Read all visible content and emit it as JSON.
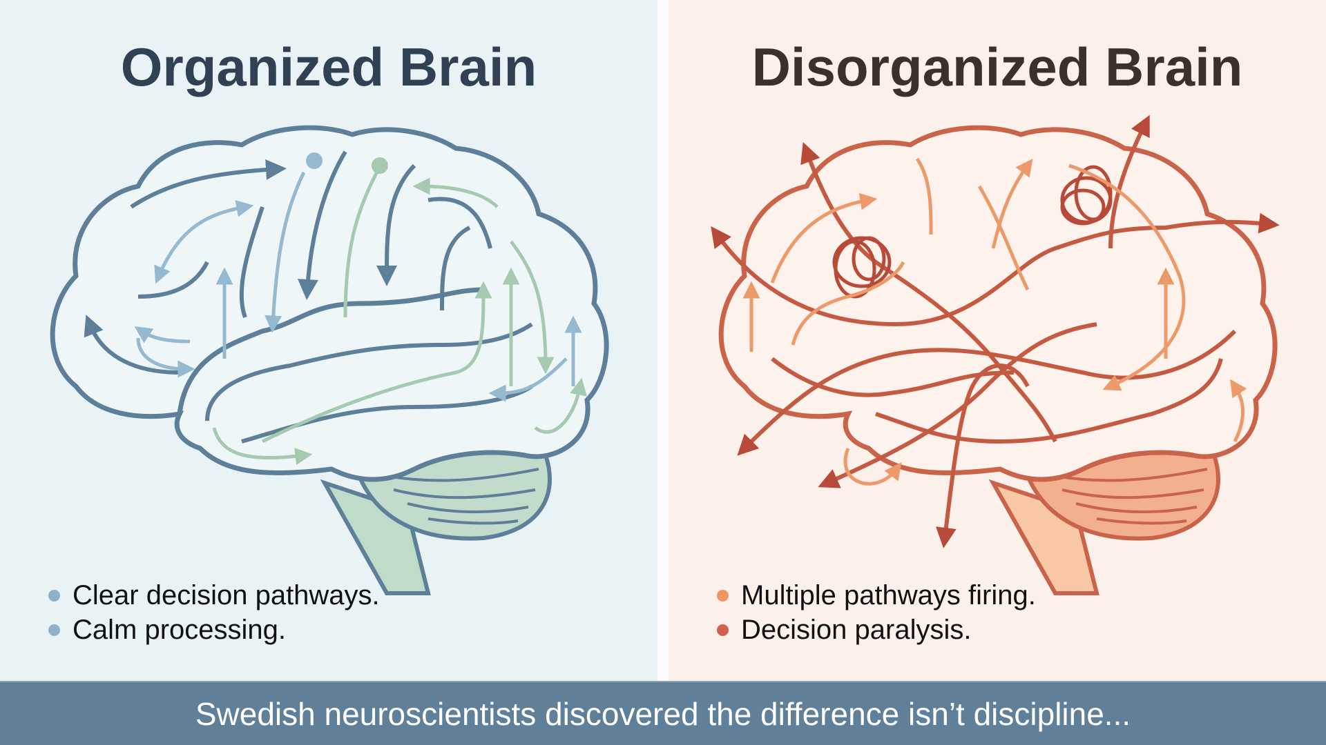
{
  "left_panel": {
    "title": "Organized Brain",
    "background": "#e9f3f5",
    "title_color": "#2f4153",
    "outline_color": "#5e7f9a",
    "pathway_colors": [
      "#5e7f9a",
      "#94b9d0",
      "#a6cab1"
    ],
    "icon": "organized-brain-illustration",
    "bullets": [
      {
        "text": "Clear decision pathways.",
        "dot_color": "#8fb2ca"
      },
      {
        "text": "Calm processing.",
        "dot_color": "#8fb2ca"
      }
    ]
  },
  "right_panel": {
    "title": "Disorganized Brain",
    "background": "#fcf1ea",
    "title_color": "#3b302c",
    "outline_color": "#c9634a",
    "pathway_colors": [
      "#c55a43",
      "#ec9a6a",
      "#b84a3a"
    ],
    "icon": "disorganized-brain-illustration",
    "bullets": [
      {
        "text": "Multiple pathways firing.",
        "dot_color": "#ee9560"
      },
      {
        "text": "Decision paralysis.",
        "dot_color": "#d0614a"
      }
    ]
  },
  "banner": {
    "text": "Swedish neuroscientists discovered the difference isn’t discipline...",
    "background": "#60809a",
    "text_color": "#ffffff"
  }
}
